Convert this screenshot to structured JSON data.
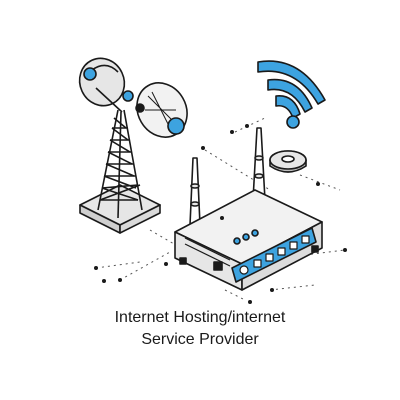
{
  "caption": {
    "line1": "Internet Hosting/internet",
    "line2": "Service Provider"
  },
  "illustration": {
    "subject": [
      "satellite-tower",
      "wifi-signal",
      "router"
    ],
    "colors": {
      "accent_blue": "#3da3e0",
      "outline": "#1a1a1a",
      "light_gray": "#e6e6e6",
      "mid_gray": "#cfcfcf",
      "background": "#ffffff"
    },
    "router_icons": [
      "power-icon",
      "home-icon",
      "square-icon",
      "square-icon",
      "square-icon",
      "square-icon"
    ]
  }
}
